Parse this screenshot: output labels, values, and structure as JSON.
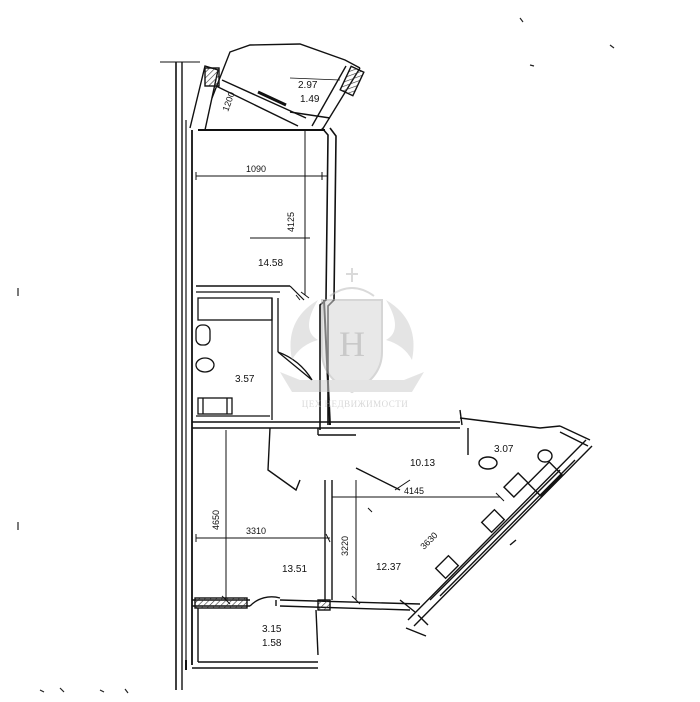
{
  "plan": {
    "dimensions": {
      "balcony_1200": "1200",
      "width_1090": "1090",
      "height_4125": "4125",
      "width_3310": "3310",
      "height_4650": "4650",
      "height_3220": "3220",
      "width_4145": "4145",
      "diag_3630": "3630"
    },
    "areas": {
      "balcony_top": "2.97",
      "balcony_top_sub": "1.49",
      "room_top": "14.58",
      "bathroom": "3.57",
      "hall": "10.13",
      "kitchen": "3.07",
      "room_lower_left": "13.51",
      "room_lower_right": "12.37",
      "balcony_bottom": "3.15",
      "balcony_bottom_sub": "1.58"
    },
    "watermark": {
      "monogram": "Н",
      "caption": "ЦЕХ НЕДВИЖИМОСТИ"
    }
  }
}
